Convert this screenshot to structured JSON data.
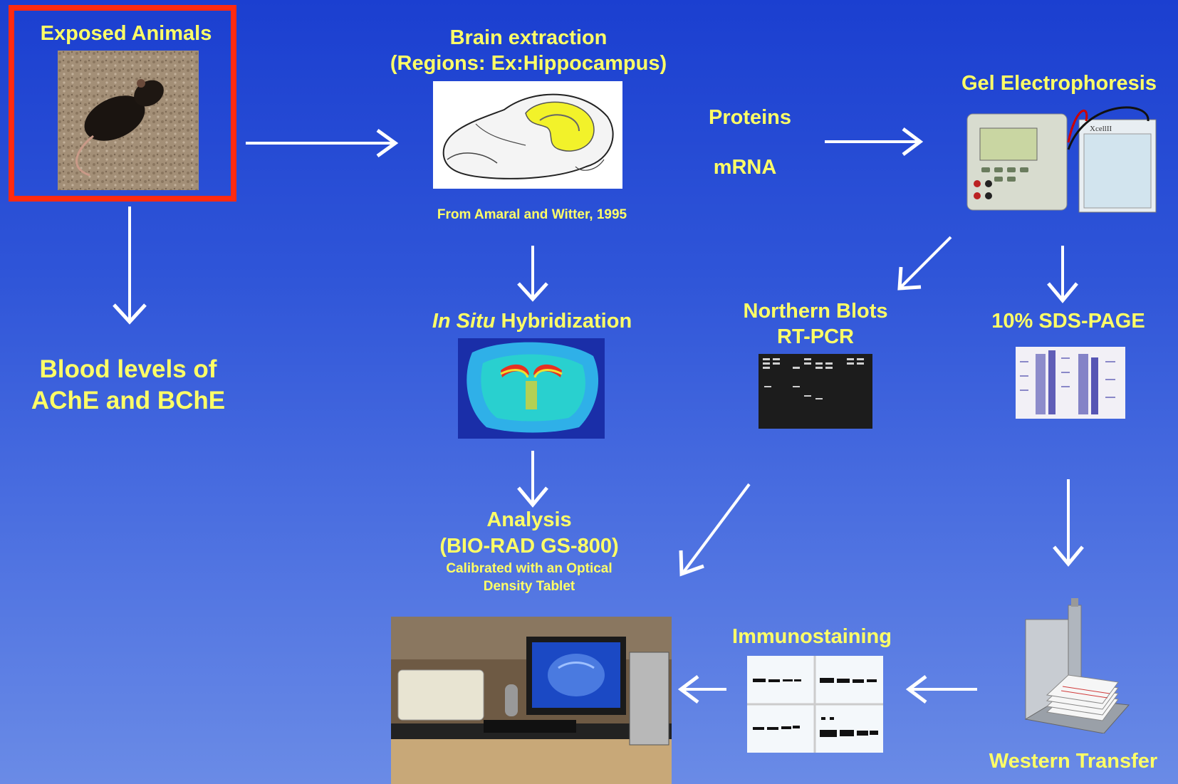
{
  "exposed": {
    "label": "Exposed Animals"
  },
  "brain": {
    "title_line1": "Brain extraction",
    "title_line2": "(Regions: Ex:Hippocampus)",
    "credit": "From Amaral and Witter, 1995"
  },
  "molecules": {
    "proteins": "Proteins",
    "mrna": "mRNA"
  },
  "gel": {
    "label": "Gel Electrophoresis",
    "device_text": "XcellII"
  },
  "blood": {
    "line1": "Blood levels of",
    "line2": "AChE and BChE"
  },
  "insitu": {
    "italic": "In Situ",
    "rest": " Hybridization"
  },
  "northern": {
    "line1": "Northern Blots",
    "line2": "RT-PCR"
  },
  "sds": {
    "label": "10% SDS-PAGE"
  },
  "analysis": {
    "line1": "Analysis",
    "line2": "(BIO-RAD GS-800)",
    "line3": "Calibrated with an Optical",
    "line4": "Density Tablet"
  },
  "immuno": {
    "label": "Immunostaining"
  },
  "western": {
    "label": "Western Transfer"
  },
  "colors": {
    "background_top": "#1b3fd0",
    "background_bottom": "#6a8be6",
    "text": "#ffff66",
    "highlight_border": "#ff2a10",
    "arrow": "#ffffff"
  }
}
